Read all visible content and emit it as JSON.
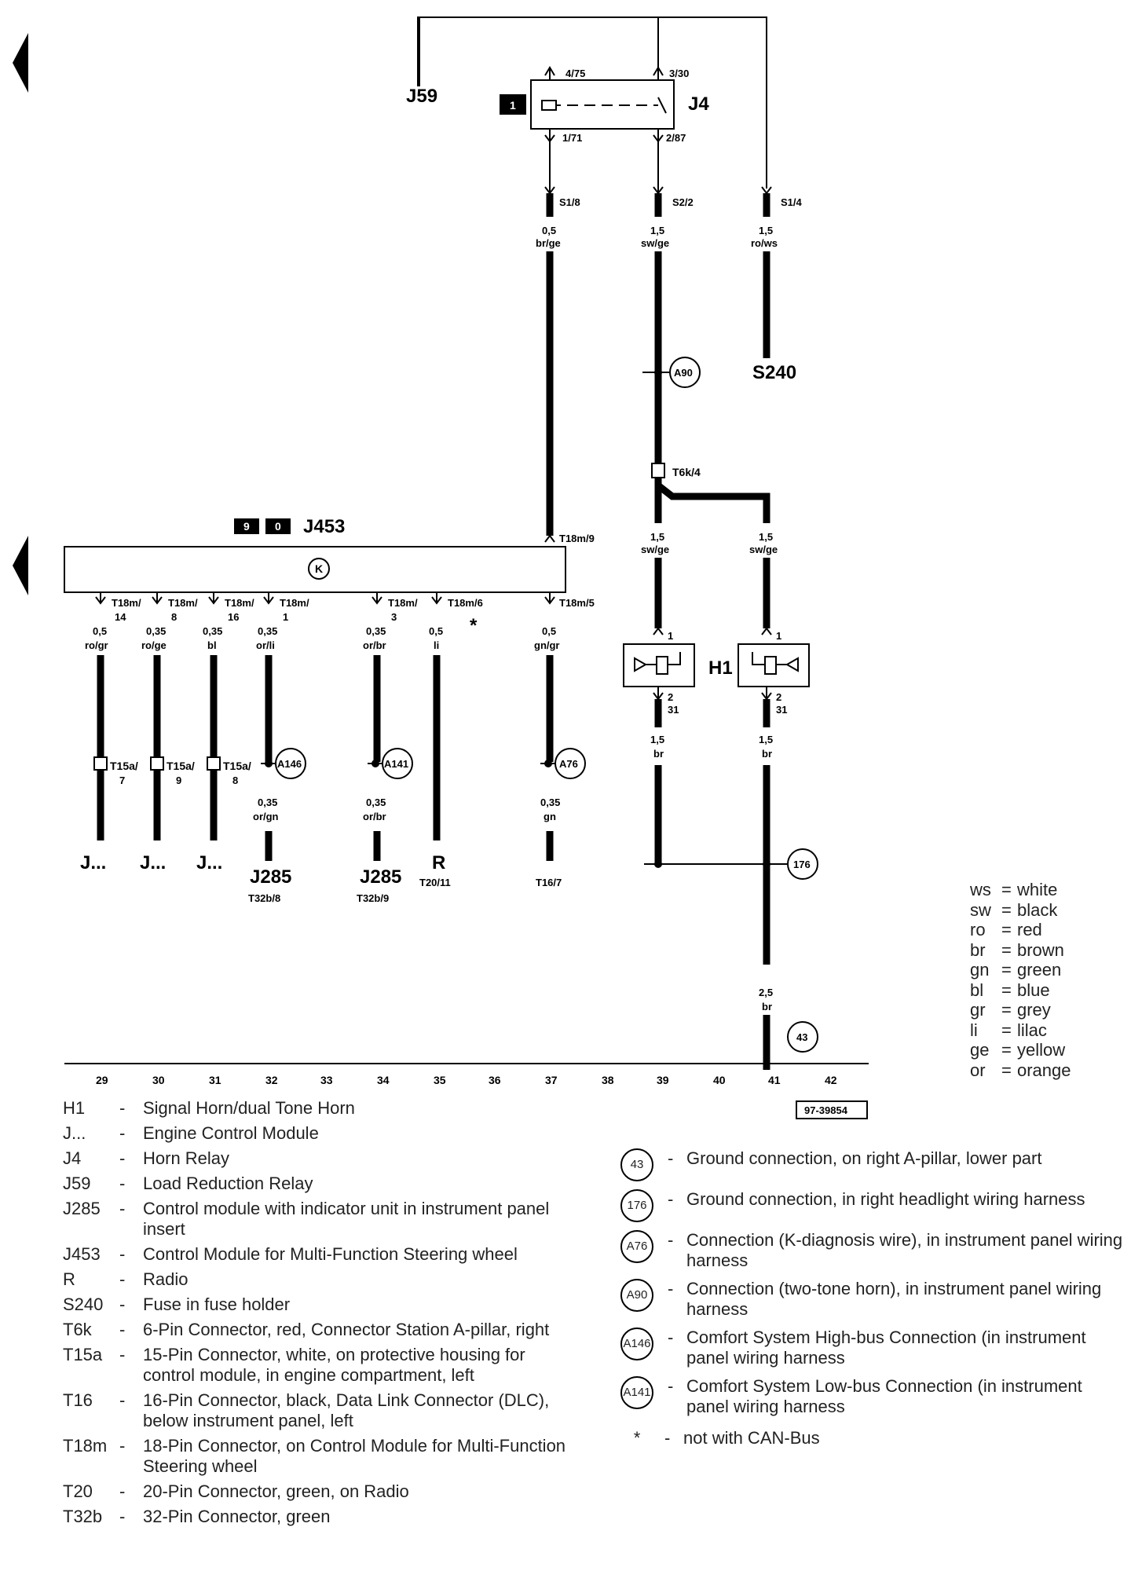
{
  "components": {
    "J59": "J59",
    "J4": "J4",
    "J453": "J453",
    "S240": "S240",
    "H1": "H1",
    "J_dots": "J...",
    "J285": "J285",
    "R": "R",
    "relay_number": "1",
    "j453_box1": "9",
    "j453_box2": "0",
    "k_symbol": "K"
  },
  "pins": {
    "p475": "4/75",
    "p330": "3/30",
    "p171": "1/71",
    "p287": "2/87",
    "s18": "S1/8",
    "s22": "S2/2",
    "s14": "S1/4",
    "t6k4": "T6k/4",
    "t18m9": "T18m/9",
    "t18m14": "T18m/",
    "t18m14b": "14",
    "t18m8": "T18m/",
    "t18m8b": "8",
    "t18m16": "T18m/",
    "t18m16b": "16",
    "t18m1": "T18m/",
    "t18m1b": "1",
    "t18m3": "T18m/",
    "t18m3b": "3",
    "t18m6": "T18m/6",
    "t18m5": "T18m/5",
    "t15a7": "T15a/",
    "t15a7b": "7",
    "t15a9": "T15a/",
    "t15a9b": "9",
    "t15a8": "T15a/",
    "t15a8b": "8",
    "h_pin1a": "1",
    "h_pin2a": "2",
    "h_pin31a": "31",
    "h_pin1b": "1",
    "h_pin2b": "2",
    "h_pin31b": "31",
    "t32b8": "T32b/8",
    "t32b9": "T32b/9",
    "t2011": "T20/11",
    "t167": "T16/7",
    "star": "*",
    "ref": "97-39854"
  },
  "wires": {
    "w_br_ge_size": "0,5",
    "w_br_ge_col": "br/ge",
    "w_sw_ge_size": "1,5",
    "w_sw_ge_col": "sw/ge",
    "w_ro_ws_size": "1,5",
    "w_ro_ws_col": "ro/ws",
    "w_sw_ge2_size": "1,5",
    "w_sw_ge2_col": "sw/ge",
    "w_sw_ge3_size": "1,5",
    "w_sw_ge3_col": "sw/ge",
    "w_rogr_size": "0,5",
    "w_rogr_col": "ro/gr",
    "w_roge_size": "0,35",
    "w_roge_col": "ro/ge",
    "w_bl_size": "0,35",
    "w_bl_col": "bl",
    "w_orli_size": "0,35",
    "w_orli_col": "or/li",
    "w_orbr_size": "0,35",
    "w_orbr_col": "or/br",
    "w_li_size": "0,5",
    "w_li_col": "li",
    "w_gngr_size": "0,5",
    "w_gngr_col": "gn/gr",
    "w_br1_size": "1,5",
    "w_br1_col": "br",
    "w_br2_size": "1,5",
    "w_br2_col": "br",
    "w_orgn_size": "0,35",
    "w_orgn_col": "or/gn",
    "w_orbr2_size": "0,35",
    "w_orbr2_col": "or/br",
    "w_gn_size": "0,35",
    "w_gn_col": "gn",
    "w_br3_size": "2,5",
    "w_br3_col": "br"
  },
  "connections": {
    "a90": "A90",
    "a146": "A146",
    "a141": "A141",
    "a76": "A76",
    "c176": "176",
    "c43": "43"
  },
  "columns": [
    "29",
    "30",
    "31",
    "32",
    "33",
    "34",
    "35",
    "36",
    "37",
    "38",
    "39",
    "40",
    "41",
    "42"
  ],
  "color_key": [
    {
      "code": "ws",
      "name": "white"
    },
    {
      "code": "sw",
      "name": "black"
    },
    {
      "code": "ro",
      "name": "red"
    },
    {
      "code": "br",
      "name": "brown"
    },
    {
      "code": "gn",
      "name": "green"
    },
    {
      "code": "bl",
      "name": "blue"
    },
    {
      "code": "gr",
      "name": "grey"
    },
    {
      "code": "li",
      "name": "lilac"
    },
    {
      "code": "ge",
      "name": "yellow"
    },
    {
      "code": "or",
      "name": "orange"
    }
  ],
  "legend_left": [
    {
      "code": "H1",
      "desc": "Signal Horn/dual Tone Horn"
    },
    {
      "code": "J...",
      "desc": "Engine Control Module"
    },
    {
      "code": "J4",
      "desc": "Horn Relay"
    },
    {
      "code": "J59",
      "desc": "Load Reduction Relay"
    },
    {
      "code": "J285",
      "desc": "Control module with indicator unit in instrument panel insert"
    },
    {
      "code": "J453",
      "desc": "Control Module for Multi-Function Steering wheel"
    },
    {
      "code": "R",
      "desc": "Radio"
    },
    {
      "code": "S240",
      "desc": "Fuse in fuse holder"
    },
    {
      "code": "T6k",
      "desc": "6-Pin Connector, red, Connector Station A-pillar, right"
    },
    {
      "code": "T15a",
      "desc": "15-Pin Connector, white, on protective housing for control module, in engine compartment, left"
    },
    {
      "code": "T16",
      "desc": "16-Pin Connector, black, Data Link Connector (DLC), below instrument panel, left"
    },
    {
      "code": "T18m",
      "desc": "18-Pin Connector, on Control Module for Multi-Function Steering wheel"
    },
    {
      "code": "T20",
      "desc": "20-Pin Connector, green, on Radio"
    },
    {
      "code": "T32b",
      "desc": "32-Pin Connector, green"
    }
  ],
  "legend_right": [
    {
      "symbol": "43",
      "desc": "Ground connection, on right A-pillar, lower part"
    },
    {
      "symbol": "176",
      "desc": "Ground connection, in right headlight wiring harness"
    },
    {
      "symbol": "A76",
      "desc": "Connection (K-diagnosis wire), in instrument panel wiring harness"
    },
    {
      "symbol": "A90",
      "desc": "Connection (two-tone horn), in instrument panel wiring harness"
    },
    {
      "symbol": "A146",
      "desc": "Comfort System High-bus Connection (in instrument panel wiring harness"
    },
    {
      "symbol": "A141",
      "desc": "Comfort System Low-bus Connection (in instrument panel wiring harness"
    },
    {
      "symbol": "*",
      "desc": "not with CAN-Bus"
    }
  ]
}
